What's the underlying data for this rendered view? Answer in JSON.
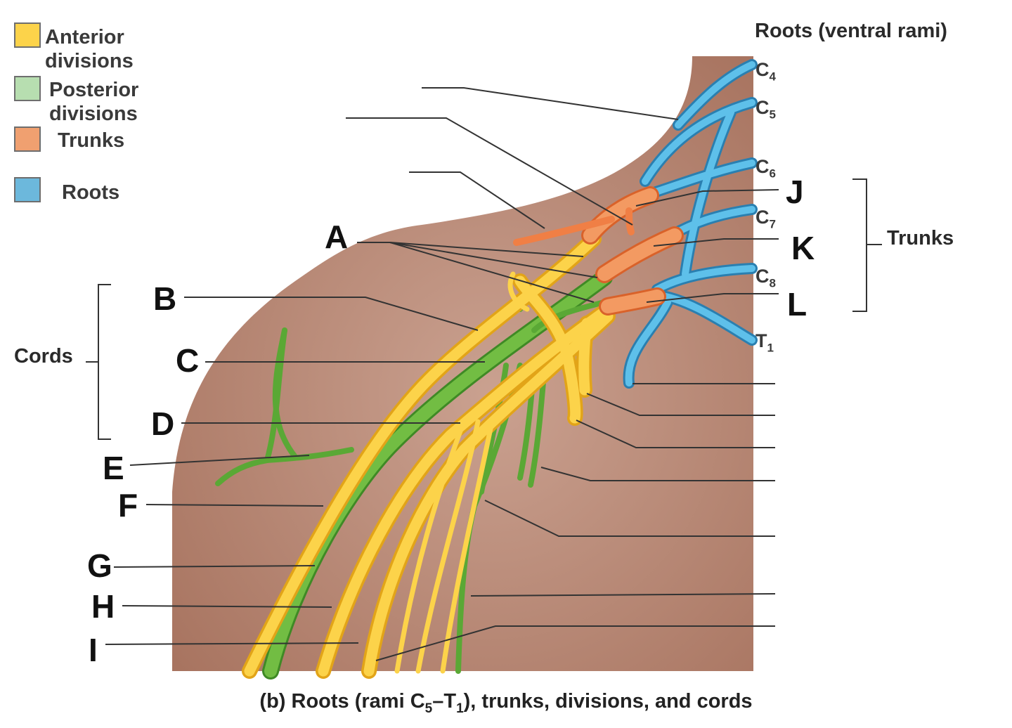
{
  "legend": [
    {
      "label_line1": "Anterior",
      "label_line2": "divisions",
      "color": "#fcd34a"
    },
    {
      "label_line1": "Posterior",
      "label_line2": "divisions",
      "color": "#b7deb0"
    },
    {
      "label_line1": "Trunks",
      "label_line2": "",
      "color": "#f0a070"
    },
    {
      "label_line1": "Roots",
      "label_line2": "",
      "color": "#6cb8dc"
    }
  ],
  "headings": {
    "roots": "Roots (ventral rami)",
    "trunks": "Trunks",
    "cords": "Cords"
  },
  "root_labels": [
    {
      "letter": "C",
      "sub": "4"
    },
    {
      "letter": "C",
      "sub": "5"
    },
    {
      "letter": "C",
      "sub": "6"
    },
    {
      "letter": "C",
      "sub": "7"
    },
    {
      "letter": "C",
      "sub": "8"
    },
    {
      "letter": "T",
      "sub": "1"
    }
  ],
  "letters": [
    "A",
    "B",
    "C",
    "D",
    "E",
    "F",
    "G",
    "H",
    "I",
    "J",
    "K",
    "L"
  ],
  "caption": {
    "prefix": "(b) Roots (rami C",
    "sub1": "5",
    "mid": "–T",
    "sub2": "1",
    "suffix": "), trunks, divisions, and cords"
  },
  "colors": {
    "skin": "#b98a76",
    "anterior": "#fcc32e",
    "posterior": "#6db33f",
    "trunk": "#f07f45",
    "root": "#3ea3d8",
    "line": "#333333"
  }
}
